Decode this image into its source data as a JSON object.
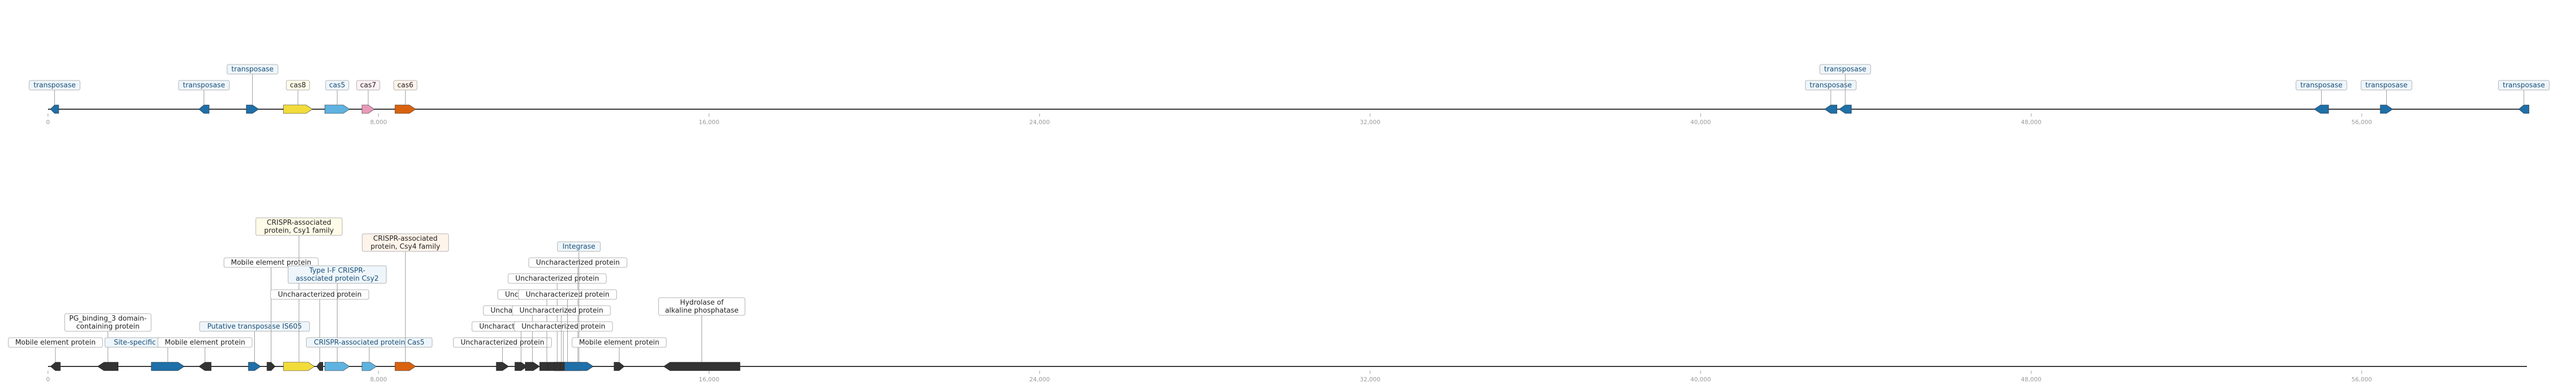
{
  "chart_data": {
    "type": "diagram",
    "tracks": [
      {
        "name": "",
        "range": [
          0,
          60000
        ],
        "ticks": [
          "0",
          "8,000",
          "16,000",
          "24,000",
          "32,000",
          "40,000",
          "48,000",
          "56,000"
        ],
        "features": [
          {
            "start": 60,
            "end": 260,
            "strand": -1,
            "color": "#1f6fa8",
            "label": [
              "transposase"
            ],
            "style": "blue"
          },
          {
            "start": 3650,
            "end": 3900,
            "strand": -1,
            "color": "#1f6fa8",
            "label": [
              "transposase"
            ],
            "style": "blue"
          },
          {
            "start": 4800,
            "end": 5100,
            "strand": 1,
            "color": "#1f6fa8",
            "label": [
              "transposase"
            ],
            "style": "blue"
          },
          {
            "start": 5700,
            "end": 6400,
            "strand": 1,
            "color": "#f2dc3c",
            "label": [
              "cas8"
            ],
            "style": "yel"
          },
          {
            "start": 6700,
            "end": 7300,
            "strand": 1,
            "color": "#5fb3e0",
            "label": [
              "cas5"
            ],
            "style": "blue"
          },
          {
            "start": 7600,
            "end": 7900,
            "strand": 1,
            "color": "#e89ab8",
            "label": [
              "cas7"
            ],
            "style": "pink"
          },
          {
            "start": 8400,
            "end": 8900,
            "strand": 1,
            "color": "#d9620f",
            "label": [
              "cas6"
            ],
            "style": "ora"
          },
          {
            "start": 43000,
            "end": 43300,
            "strand": -1,
            "color": "#1f6fa8",
            "label": [
              "transposase"
            ],
            "style": "blue"
          },
          {
            "start": 43350,
            "end": 43650,
            "strand": -1,
            "color": "#1f6fa8",
            "label": [
              "transposase"
            ],
            "style": "blue"
          },
          {
            "start": 54850,
            "end": 55200,
            "strand": -1,
            "color": "#1f6fa8",
            "label": [
              "transposase"
            ],
            "style": "blue"
          },
          {
            "start": 56450,
            "end": 56750,
            "strand": 1,
            "color": "#1f6fa8",
            "label": [
              "transposase"
            ],
            "style": "blue"
          },
          {
            "start": 59800,
            "end": 60050,
            "strand": -1,
            "color": "#1f6fa8",
            "label": [
              "transposase"
            ],
            "style": "blue"
          }
        ]
      },
      {
        "name": "",
        "range": [
          0,
          60000
        ],
        "ticks": [
          "0",
          "8,000",
          "16,000",
          "24,000",
          "32,000",
          "40,000",
          "48,000",
          "56,000"
        ],
        "features": [
          {
            "start": 60,
            "end": 300,
            "strand": -1,
            "color": "#333333",
            "label": [
              "Mobile element protein"
            ],
            "style": "white"
          },
          {
            "start": 1200,
            "end": 1700,
            "strand": -1,
            "color": "#333333",
            "label": [
              "PG_binding_3 domain-",
              "containing protein"
            ],
            "style": "white"
          },
          {
            "start": 2500,
            "end": 3300,
            "strand": 1,
            "color": "#1f6fa8",
            "label": [
              "Site-specific recombinase XerD"
            ],
            "style": "blue"
          },
          {
            "start": 3650,
            "end": 3950,
            "strand": -1,
            "color": "#333333",
            "label": [
              "Mobile element protein"
            ],
            "style": "white"
          },
          {
            "start": 4850,
            "end": 5150,
            "strand": 1,
            "color": "#1f6fa8",
            "label": [
              "Putative transposase IS605"
            ],
            "style": "blue"
          },
          {
            "start": 5300,
            "end": 5500,
            "strand": 1,
            "color": "#333333",
            "label": [
              "Mobile element protein"
            ],
            "style": "white"
          },
          {
            "start": 5700,
            "end": 6450,
            "strand": 1,
            "color": "#f2dc3c",
            "label": [
              "CRISPR-associated",
              "protein, Csy1 family"
            ],
            "style": "yel"
          },
          {
            "start": 6500,
            "end": 6650,
            "strand": -1,
            "color": "#333333",
            "label": [
              "Uncharacterized protein"
            ],
            "style": "white"
          },
          {
            "start": 6700,
            "end": 7300,
            "strand": 1,
            "color": "#5fb3e0",
            "label": [
              "Type I-F CRISPR-",
              "associated protein Csy2"
            ],
            "style": "blue"
          },
          {
            "start": 7600,
            "end": 7950,
            "strand": 1,
            "color": "#5fb3e0",
            "label": [
              "CRISPR-associated protein Cas5"
            ],
            "style": "blue"
          },
          {
            "start": 8400,
            "end": 8900,
            "strand": 1,
            "color": "#d9620f",
            "label": [
              "CRISPR-associated",
              "protein, Csy4 family"
            ],
            "style": "ora"
          },
          {
            "start": 10850,
            "end": 11150,
            "strand": 1,
            "color": "#333333",
            "label": [
              "Uncharacterized protein"
            ],
            "style": "white"
          },
          {
            "start": 11300,
            "end": 11600,
            "strand": 1,
            "color": "#333333",
            "label": [
              "Uncharacterized protein"
            ],
            "style": "white"
          },
          {
            "start": 11550,
            "end": 11900,
            "strand": 1,
            "color": "#333333",
            "label": [
              "Uncharacterized protein"
            ],
            "style": "white"
          },
          {
            "start": 11900,
            "end": 12250,
            "strand": 1,
            "color": "#333333",
            "label": [
              "Uncharacterized protein"
            ],
            "style": "white"
          },
          {
            "start": 12100,
            "end": 12550,
            "strand": 1,
            "color": "#333333",
            "label": [
              "Uncharacterized protein"
            ],
            "style": "white"
          },
          {
            "start": 12600,
            "end": 13050,
            "strand": 1,
            "color": "#333333",
            "label": [
              "Uncharacterized protein"
            ],
            "style": "white"
          },
          {
            "start": 12300,
            "end": 12650,
            "strand": 1,
            "color": "#333333",
            "label": [
              "Uncharacterized protein"
            ],
            "style": "white"
          },
          {
            "start": 12250,
            "end": 12600,
            "strand": 1,
            "color": "#333333",
            "label": [
              "Uncharacterized protein"
            ],
            "style": "white"
          },
          {
            "start": 12400,
            "end": 12750,
            "strand": 1,
            "color": "#333333",
            "label": [
              "Uncharacterized protein"
            ],
            "style": "white"
          },
          {
            "start": 12500,
            "end": 13200,
            "strand": 1,
            "color": "#1f6fa8",
            "label": [
              "Integrase"
            ],
            "style": "blue"
          },
          {
            "start": 13700,
            "end": 13950,
            "strand": 1,
            "color": "#333333",
            "label": [
              "Mobile element protein"
            ],
            "style": "white"
          },
          {
            "start": 14900,
            "end": 16750,
            "strand": -1,
            "color": "#333333",
            "label": [
              "Hydrolase of",
              "alkaline phosphatase"
            ],
            "style": "white"
          }
        ]
      }
    ]
  }
}
